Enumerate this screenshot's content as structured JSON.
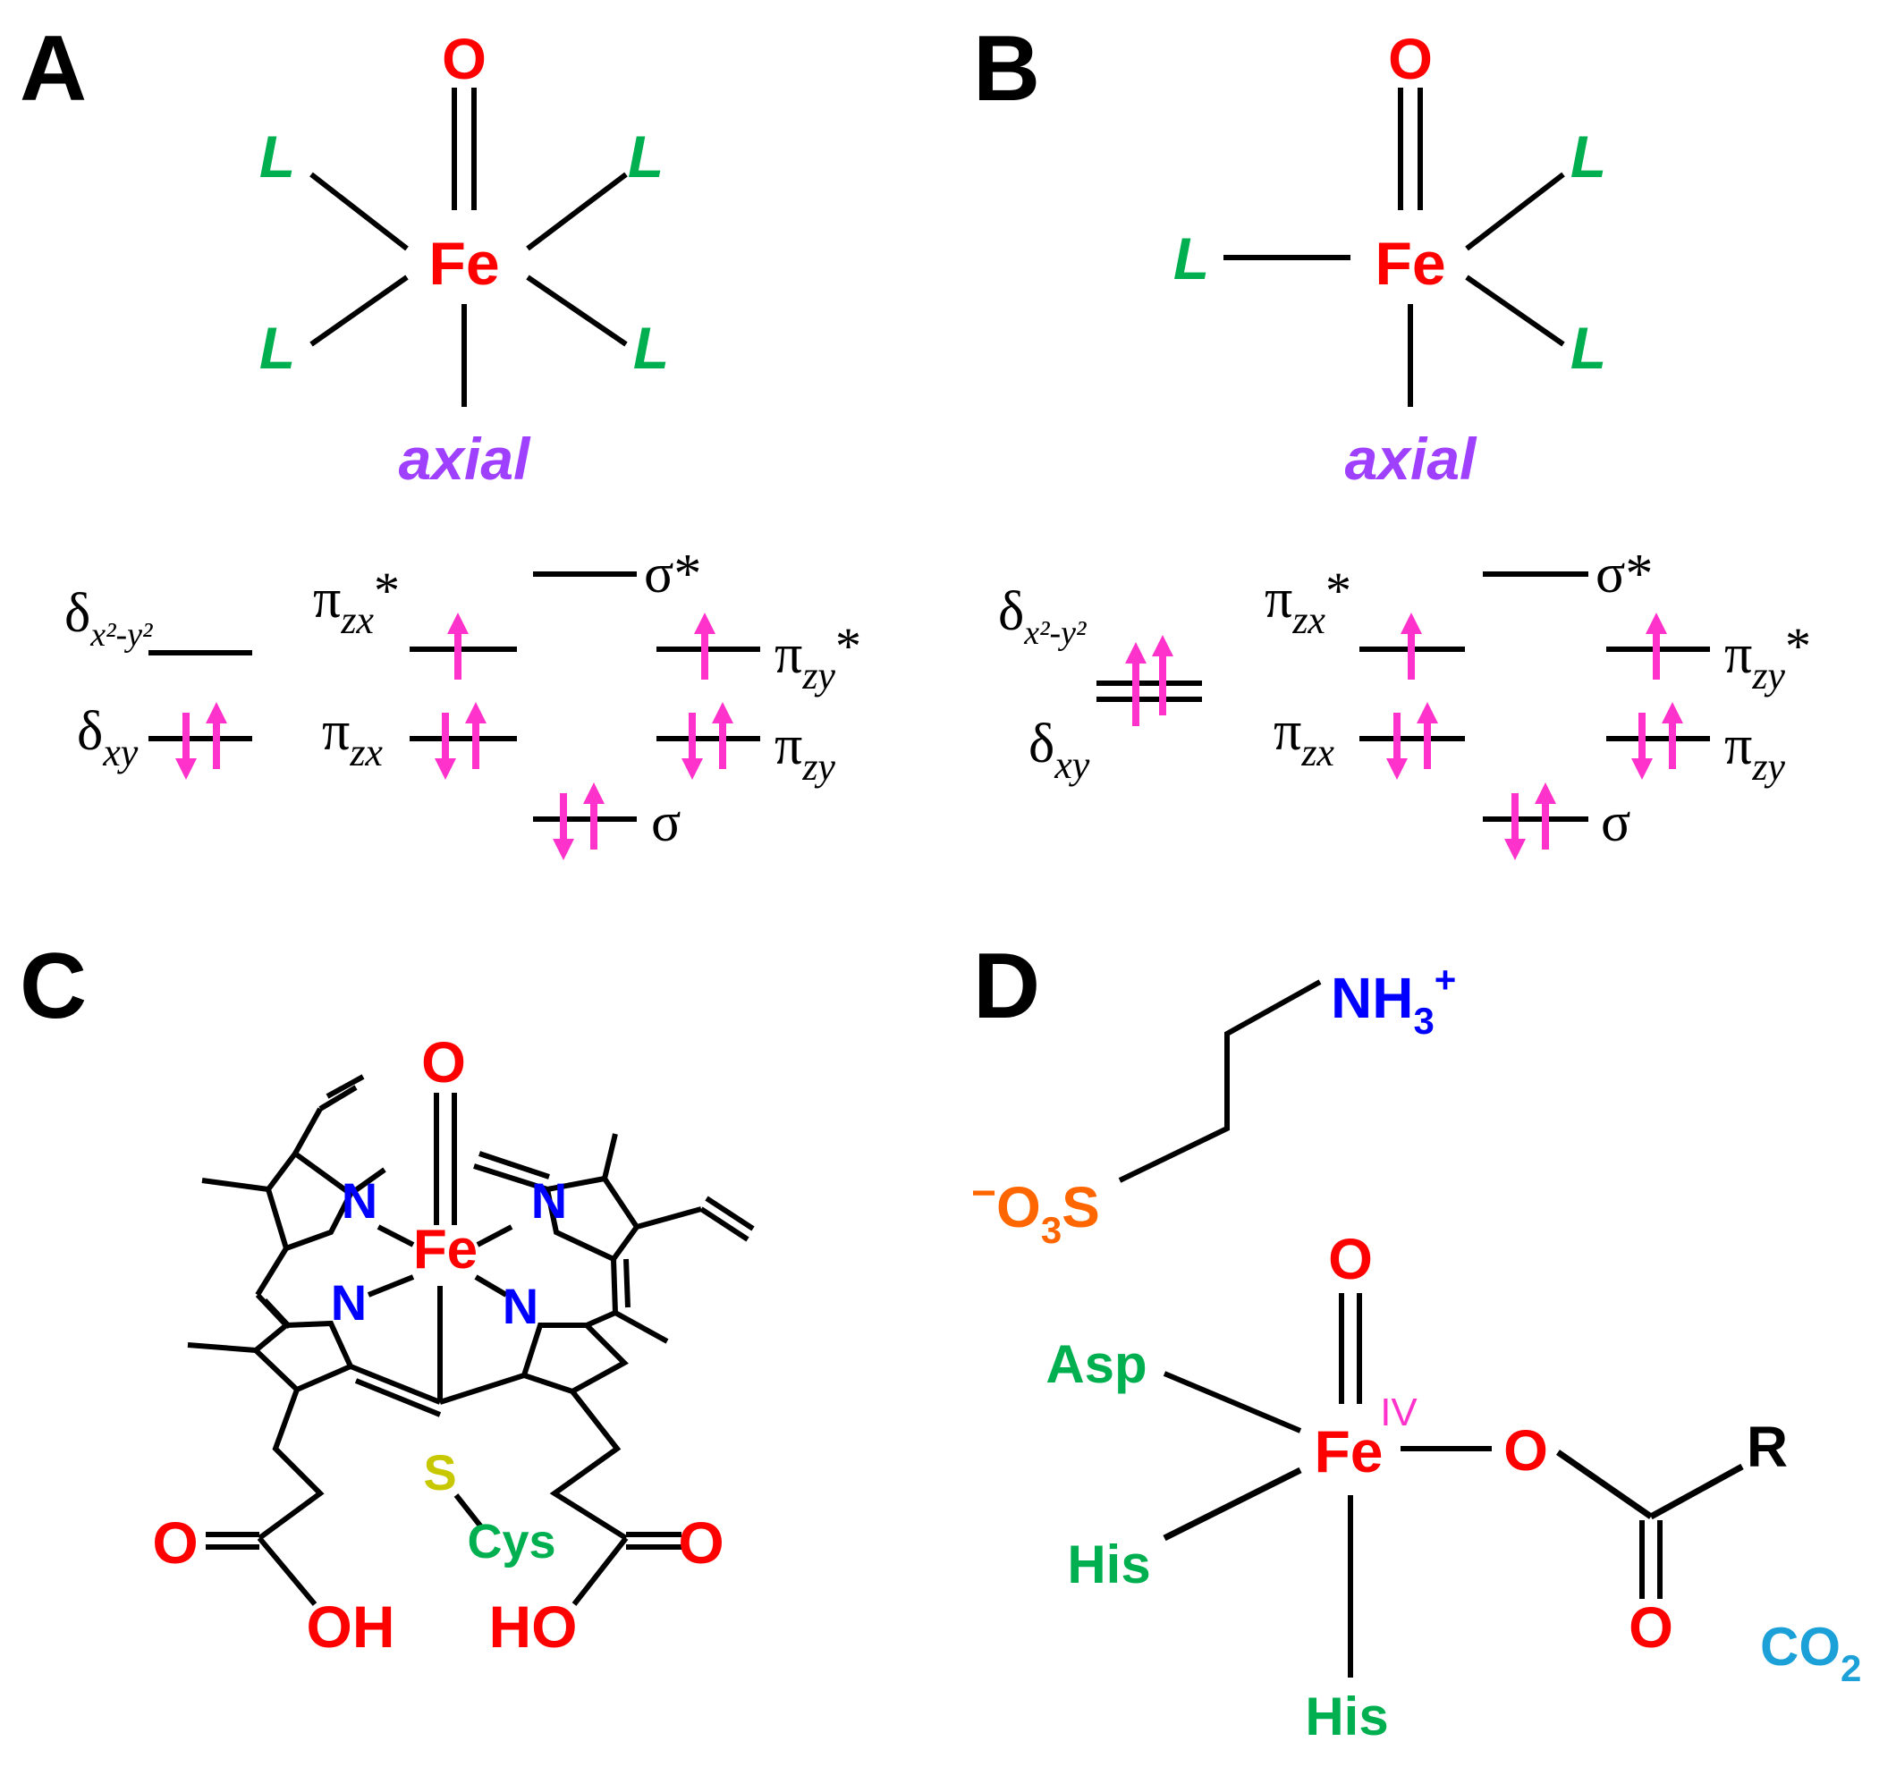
{
  "panels": {
    "A": {
      "label": "A",
      "oxo": "O",
      "metal": "Fe",
      "ligand": "L",
      "axial": "axial",
      "orbitals": {
        "dx2y2_base": "δ",
        "dx2y2_sub": "x²-y²",
        "dxy_base": "δ",
        "dxy_sub": "xy",
        "pizx_star_base": "π",
        "pizx_star_sub": "zx",
        "pizx_star_sup": "*",
        "pizx_base": "π",
        "pizx_sub": "zx",
        "sigma_star": "σ*",
        "pizy_star_base": "π",
        "pizy_star_sub": "zy",
        "pizy_star_sup": "*",
        "pizy_base": "π",
        "pizy_sub": "zy",
        "sigma": "σ"
      }
    },
    "B": {
      "label": "B",
      "oxo": "O",
      "metal": "Fe",
      "ligand": "L",
      "axial": "axial",
      "orbitals": {
        "dx2y2_base": "δ",
        "dx2y2_sub": "x²-y²",
        "dxy_base": "δ",
        "dxy_sub": "xy",
        "pizx_star_base": "π",
        "pizx_star_sub": "zx",
        "pizx_star_sup": "*",
        "pizx_base": "π",
        "pizx_sub": "zx",
        "sigma_star": "σ*",
        "pizy_star_base": "π",
        "pizy_star_sub": "zy",
        "pizy_star_sup": "*",
        "pizy_base": "π",
        "pizy_sub": "zy",
        "sigma": "σ"
      }
    },
    "C": {
      "label": "C",
      "oxo": "O",
      "metal": "Fe",
      "nitrogen": "N",
      "sulfur": "S",
      "cys": "Cys",
      "acid_o": "O",
      "oh_left": "OH",
      "oh_right": "HO"
    },
    "D": {
      "label": "D",
      "ammonium_base": "NH",
      "ammonium_sub": "3",
      "ammonium_sup": "+",
      "sulfonate_charge": "−",
      "sulfonate_o": "O",
      "sulfonate_sub": "3",
      "sulfonate_s": "S",
      "oxo": "O",
      "metal": "Fe",
      "oxidation_state": "IV",
      "asp": "Asp",
      "his_1": "His",
      "his_2": "His",
      "carboxylate_o1": "O",
      "carboxylate_o2": "O",
      "r_group": "R",
      "co2_base": "CO",
      "co2_sub": "2"
    }
  },
  "colors": {
    "oxygen": "#ff0000",
    "iron": "#ff0000",
    "ligand": "#00b050",
    "axial": "#a040ff",
    "electron": "#ff33cc",
    "nitrogen": "#0000ff",
    "sulfur": "#c8c800",
    "sulfonate": "#ff6600",
    "co2": "#1ca0d8",
    "text": "#000000"
  }
}
